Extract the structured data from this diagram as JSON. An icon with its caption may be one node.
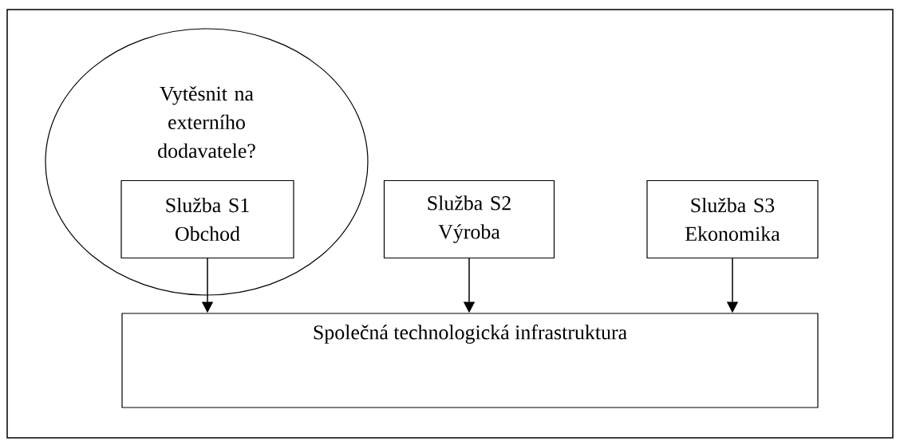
{
  "diagram": {
    "nodes": [
      {
        "text": [
          "Vytěsnit na externího dodavatele?"
        ]
      },
      {
        "text": [
          "Služba S1 Obchod"
        ],
        "in": 0
      },
      {
        "text": [
          "Služba S2 Výroba"
        ]
      },
      {
        "text": [
          "Služba S3 Ekonomika"
        ]
      },
      {
        "text": [
          "Společná technologická infrastruktura"
        ]
      }
    ],
    "edges": [
      {
        "from": 1,
        "to": 4,
        "arrow": "to"
      },
      {
        "from": 2,
        "to": 4,
        "arrow": "to"
      },
      {
        "from": 3,
        "to": 4,
        "arrow": "to"
      }
    ]
  }
}
